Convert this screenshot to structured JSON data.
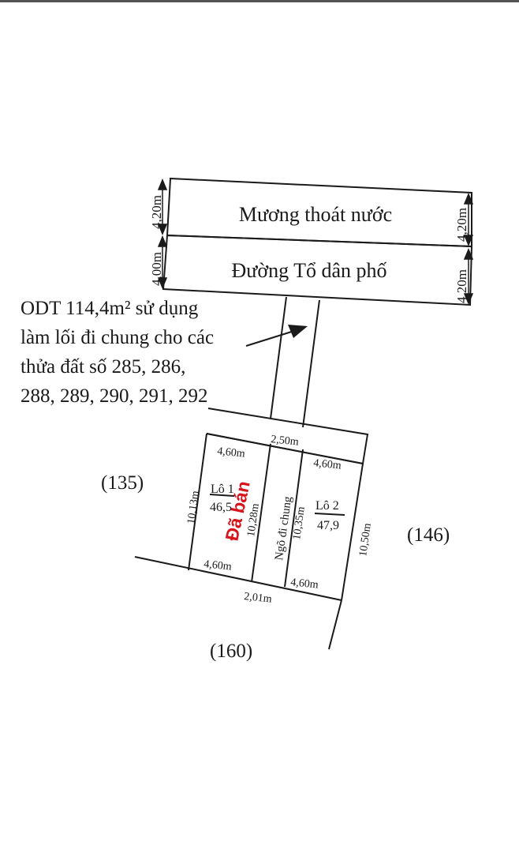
{
  "canal": {
    "label": "Mương thoát nước",
    "width_left": "4,20m",
    "width_right": "4,20m"
  },
  "road": {
    "label": "Đường Tổ dân phố",
    "width_left": "4,00m",
    "width_right": "4,20m"
  },
  "note": {
    "lines": [
      "ODT 114,4m² sử dụng",
      "làm lối đi chung cho các",
      "thửa đất số 285, 286,",
      "288, 289, 290, 291, 292"
    ]
  },
  "neighbors": {
    "west": "(135)",
    "east": "(146)",
    "south": "(160)"
  },
  "lot1": {
    "name": "Lô 1",
    "area": "46,5",
    "top_edge": "4,60m",
    "bottom_edge": "4,60m",
    "left_edge": "10,13m",
    "right_edge": "10,28m",
    "status": "Đã bán"
  },
  "lane": {
    "label": "Ngõ đi chung",
    "top_width": "2,50m",
    "bottom_width": "2,01m"
  },
  "lot2": {
    "name": "Lô 2",
    "area": "47,9",
    "top_edge": "4,60m",
    "bottom_edge": "4,60m",
    "left_edge": "10,35m",
    "right_edge": "10,50m"
  },
  "colors": {
    "line": "#1a1a1a",
    "status_red": "#d8141b",
    "background": "#ffffff"
  }
}
